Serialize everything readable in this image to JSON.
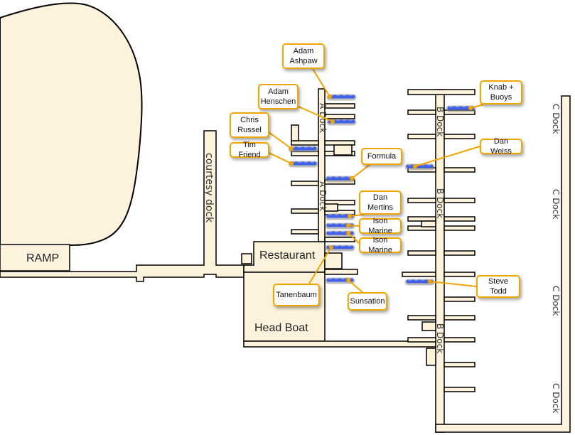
{
  "map": {
    "areas": {
      "ramp": "RAMP",
      "courtesy_dock": "courtesy dock",
      "restaurant": "Restaurant",
      "head_boat": "Head Boat"
    },
    "docks": {
      "a_dock": "A Dock",
      "b_dock": "B Dock",
      "c_dock": "C Dock"
    },
    "callouts": [
      {
        "id": "adam-ashpaw",
        "label": "Adam\nAshpaw"
      },
      {
        "id": "adam-henschen",
        "label": "Adam\nHenschen"
      },
      {
        "id": "chris-russel",
        "label": "Chris\nRussel"
      },
      {
        "id": "tim-friend",
        "label": "Tim Friend"
      },
      {
        "id": "formula",
        "label": "Formula"
      },
      {
        "id": "dan-mertins",
        "label": "Dan\nMertins"
      },
      {
        "id": "ison-marine-1",
        "label": "Ison Marine"
      },
      {
        "id": "ison-marine-2",
        "label": "Ison Marine"
      },
      {
        "id": "tanenbaum",
        "label": "Tanenbaum"
      },
      {
        "id": "sunsation",
        "label": "Sunsation"
      },
      {
        "id": "knab-buoys",
        "label": "Knab +\nBuoys"
      },
      {
        "id": "dan-weiss",
        "label": "Dan Weiss"
      },
      {
        "id": "steve-todd",
        "label": "Steve Todd"
      }
    ],
    "colors": {
      "land": "#fdf2dc",
      "boat": "#4060e8",
      "callout_border": "#f0a500"
    }
  }
}
